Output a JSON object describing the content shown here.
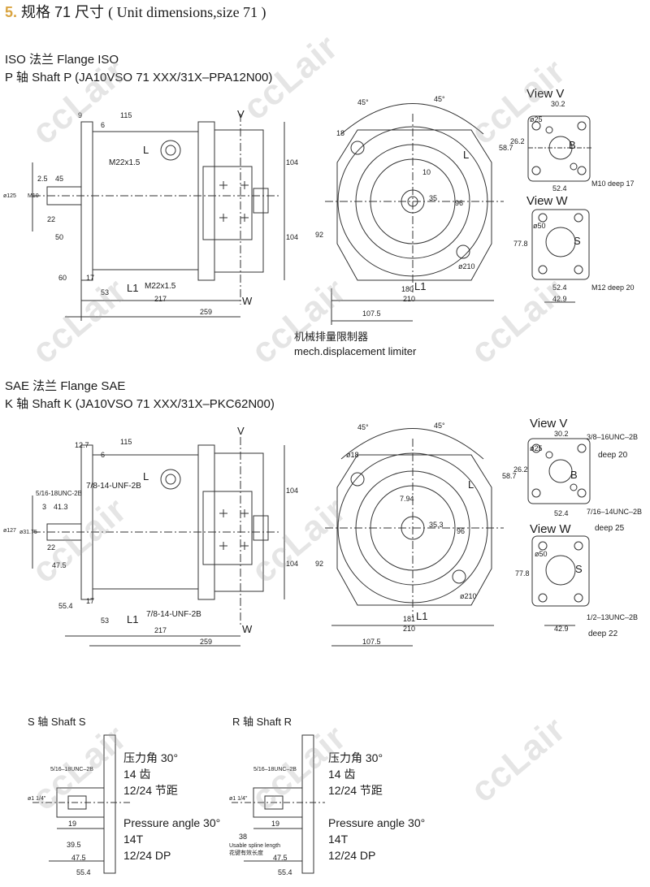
{
  "title": {
    "num": "5.",
    "cn": "规格 71 尺寸",
    "en": "( Unit dimensions,size 71 )"
  },
  "section_iso": {
    "flange": "ISO 法兰  Flange ISO",
    "shaft": "P 轴  Shaft P  (JA10VSO 71 XXX/31X–PPA12N00)"
  },
  "section_sae": {
    "flange": "SAE 法兰  Flange SAE",
    "shaft": "K 轴  Shaft K  (JA10VSO 71 XXX/31X–PKC62N00)"
  },
  "iso_side": {
    "d9": "9",
    "d115": "115",
    "d6": "6",
    "V": "V",
    "L": "L",
    "m22a": "M22x1.5",
    "d104a": "104",
    "d104b": "104",
    "d2_5": "2.5",
    "d45": "45",
    "m10": "M10",
    "d125": "ø125",
    "d22": "22",
    "d50": "50",
    "d60": "60",
    "d17": "17",
    "d53": "53",
    "L1": "L1",
    "m22b": "M22x1.5",
    "d217": "217",
    "W": "W",
    "d259": "259"
  },
  "iso_front": {
    "a45a": "45°",
    "a45b": "45°",
    "d18": "18",
    "Lf": "L",
    "d10": "10",
    "d35": "35",
    "d96": "96",
    "d92": "92",
    "d210c": "ø210",
    "d180": "180",
    "L1": "L1",
    "d210": "210",
    "d107_5": "107.5"
  },
  "iso_viewV": {
    "title": "View V",
    "d30_2": "30.2",
    "d25": "ø25",
    "d26_2": "26.2",
    "d58_7": "58.7",
    "B": "B",
    "d52_4": "52.4",
    "note": "M10 deep 17"
  },
  "iso_viewW": {
    "title": "View W",
    "d50": "ø50",
    "d77_8": "77.8",
    "S": "S",
    "d52_4": "52.4",
    "note": "M12 deep 20",
    "d42_9": "42.9"
  },
  "limiter": {
    "cn": "机械排量限制器",
    "en": "mech.displacement limiter"
  },
  "sae_side": {
    "d12_7": "12.7",
    "d115": "115",
    "d6": "6",
    "V": "V",
    "L": "L",
    "unf": "7/8-14-UNF-2B",
    "unc": "5/16-18UNC-2B",
    "d3": "3",
    "d41_3": "41.3",
    "d127": "ø127",
    "d31_75": "ø31.75",
    "d22": "22",
    "d47_5": "47.5",
    "d104a": "104",
    "d104b": "104",
    "d55_4": "55.4",
    "d17": "17",
    "d53": "53",
    "L1": "L1",
    "unf2": "7/8-14-UNF-2B",
    "d217": "217",
    "W": "W",
    "d259": "259"
  },
  "sae_front": {
    "a45a": "45°",
    "a45b": "45°",
    "d18": "ø18",
    "Lf": "L",
    "d7_94": "7.94",
    "d35_3": "35.3",
    "d96": "96",
    "d92": "92",
    "d210c": "ø210",
    "d181": "181",
    "L1": "L1",
    "d210": "210",
    "d107_5": "107.5"
  },
  "sae_viewV": {
    "title": "View V",
    "d30_2": "30.2",
    "unc": "3/8–16UNC–2B",
    "deep": "deep 20",
    "d25": "ø25",
    "d26_2": "26.2",
    "d58_7": "58.7",
    "B": "B",
    "d52_4": "52.4",
    "unc2": "7/16–14UNC–2B",
    "deep2": "deep 25"
  },
  "sae_viewW": {
    "title": "View W",
    "d50": "ø50",
    "d77_8": "77.8",
    "S": "S",
    "unc": "1/2–13UNC–2B",
    "d42_9": "42.9",
    "deep": "deep 22"
  },
  "shaft_s": {
    "title": "S 轴   Shaft S",
    "unc": "5/16–18UNC–2B",
    "d": "ø1 1/4\"",
    "d19": "19",
    "d39_5": "39.5",
    "d47_5": "47.5",
    "d55_4": "55.4"
  },
  "shaft_r": {
    "title": "R 轴   Shaft R",
    "unc": "5/16–18UNC–2B",
    "d": "ø1 1/4\"",
    "d19": "19",
    "d38": "38",
    "usable": "Usable spline length",
    "usable_cn": "花键有效长度",
    "d47_5": "47.5",
    "d55_4": "55.4"
  },
  "spec_s": {
    "l1": "压力角 30°",
    "l2": "14 齿",
    "l3": "12/24 节距",
    "l4": "Pressure angle 30°",
    "l5": "14T",
    "l6": "12/24 DP"
  },
  "spec_r": {
    "l1": "压力角 30°",
    "l2": "14 齿",
    "l3": "12/24 节距",
    "l4": "Pressure angle 30°",
    "l5": "14T",
    "l6": "12/24 DP"
  },
  "watermark": "ccLair"
}
